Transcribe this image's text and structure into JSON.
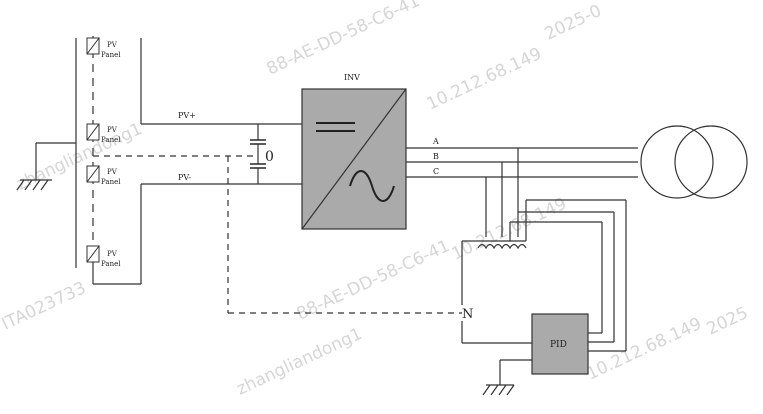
{
  "diagram": {
    "panels": [
      {
        "line1": "PV",
        "line2": "Panel"
      },
      {
        "line1": "PV",
        "line2": "Panel"
      },
      {
        "line1": "PV",
        "line2": "Panel"
      },
      {
        "line1": "PV",
        "line2": "Panel"
      }
    ],
    "dc_labels": {
      "positive": "PV+",
      "negative": "PV-"
    },
    "capacitor_label": "0",
    "inverter_label": "INV",
    "phases": [
      "A",
      "B",
      "C"
    ],
    "neutral_label": "N",
    "pid_label": "PID",
    "watermarks": [
      "88-AE-DD-58-C6-41",
      "10.212.68.149",
      "2025-0",
      "zhangliandong1",
      "ITA023733",
      "2025"
    ]
  }
}
